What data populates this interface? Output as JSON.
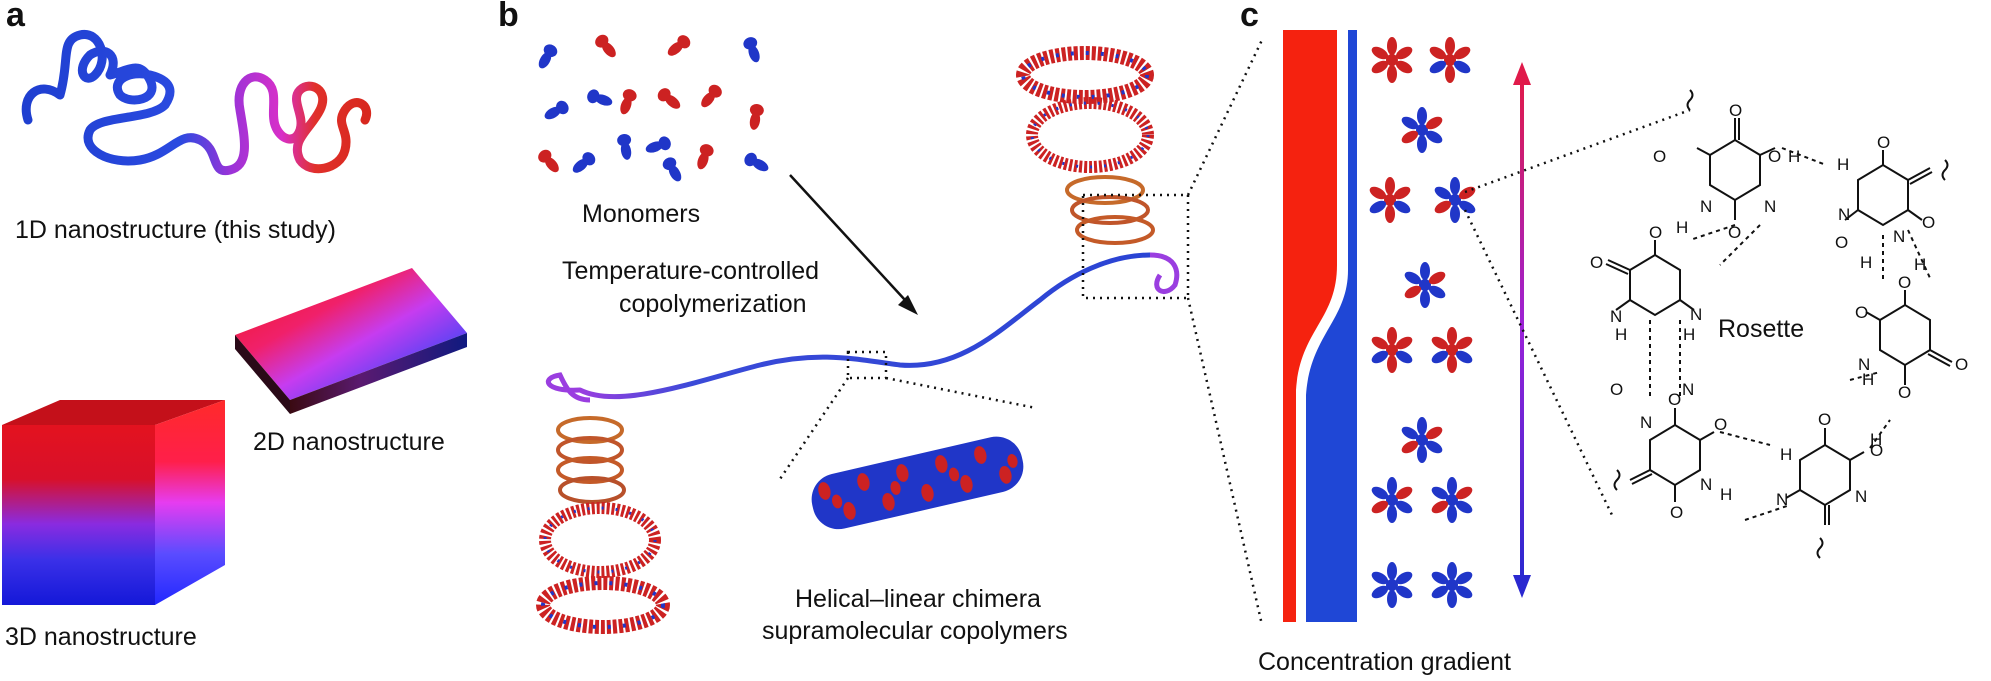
{
  "panels": {
    "a": {
      "letter": "a",
      "label_1d": "1D nanostructure (this study)",
      "label_2d": "2D nanostructure",
      "label_3d": "3D nanostructure"
    },
    "b": {
      "letter": "b",
      "monomers": "Monomers",
      "process_line1": "Temperature-controlled",
      "process_line2": "copolymerization",
      "product_line1": "Helical–linear chimera",
      "product_line2": "supramolecular copolymers"
    },
    "c": {
      "letter": "c",
      "gradient_label": "Concentration gradient",
      "rosette_label": "Rosette"
    }
  },
  "colors": {
    "red": "#e8231a",
    "blue": "#1f47d6",
    "purple": "#8a3bd9",
    "magenta": "#d22fd1"
  }
}
